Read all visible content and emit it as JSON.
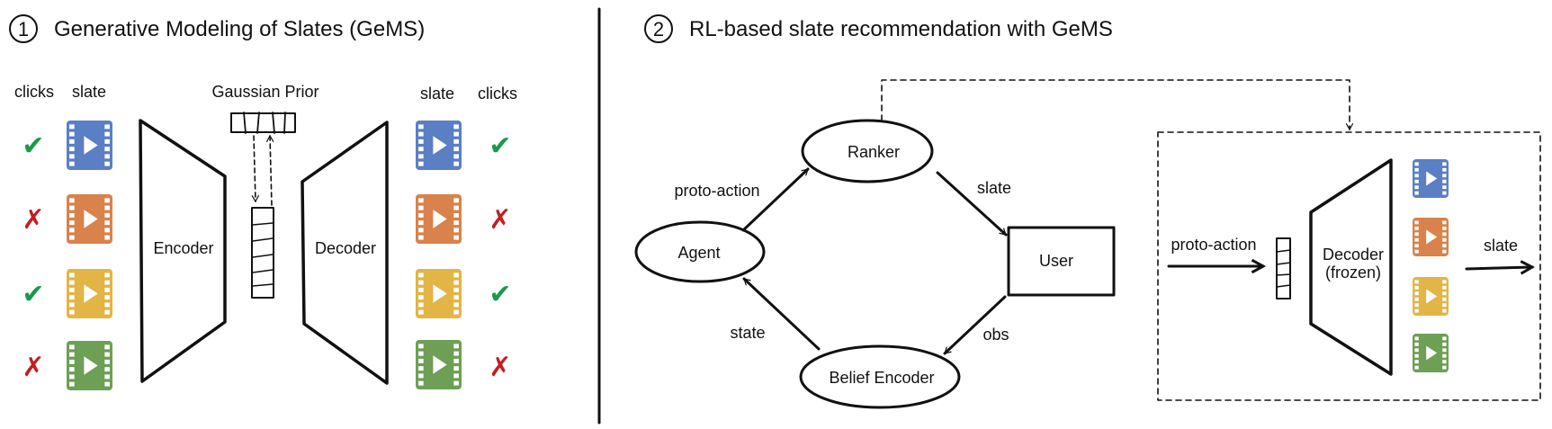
{
  "panel1": {
    "number": "1",
    "title": "Generative Modeling of Slates (GeMS)",
    "clicks_label_left": "clicks",
    "slate_label_left": "slate",
    "slate_label_right": "slate",
    "clicks_label_right": "clicks",
    "gaussian_prior": "Gaussian Prior",
    "encoder": "Encoder",
    "decoder": "Decoder",
    "rows": [
      {
        "click": "✔",
        "clicked": true
      },
      {
        "click": "✗",
        "clicked": false
      },
      {
        "click": "✔",
        "clicked": true
      },
      {
        "click": "✗",
        "clicked": false
      }
    ]
  },
  "panel2": {
    "number": "2",
    "title": "RL-based slate recommendation with GeMS",
    "ranker": "Ranker",
    "agent": "Agent",
    "user": "User",
    "belief_encoder": "Belief Encoder",
    "edge_proto_action": "proto-action",
    "edge_slate": "slate",
    "edge_state": "state",
    "edge_obs": "obs",
    "inset_proto_action": "proto-action",
    "inset_decoder_line1": "Decoder",
    "inset_decoder_line2": "(frozen)",
    "inset_slate": "slate"
  },
  "colors": {
    "item_blue": "#5b7fc4",
    "item_orange": "#d9824b",
    "item_yellow": "#e3b546",
    "item_green": "#6d9f55",
    "check_green": "#1a9a4a",
    "cross_red": "#c41e1e"
  }
}
